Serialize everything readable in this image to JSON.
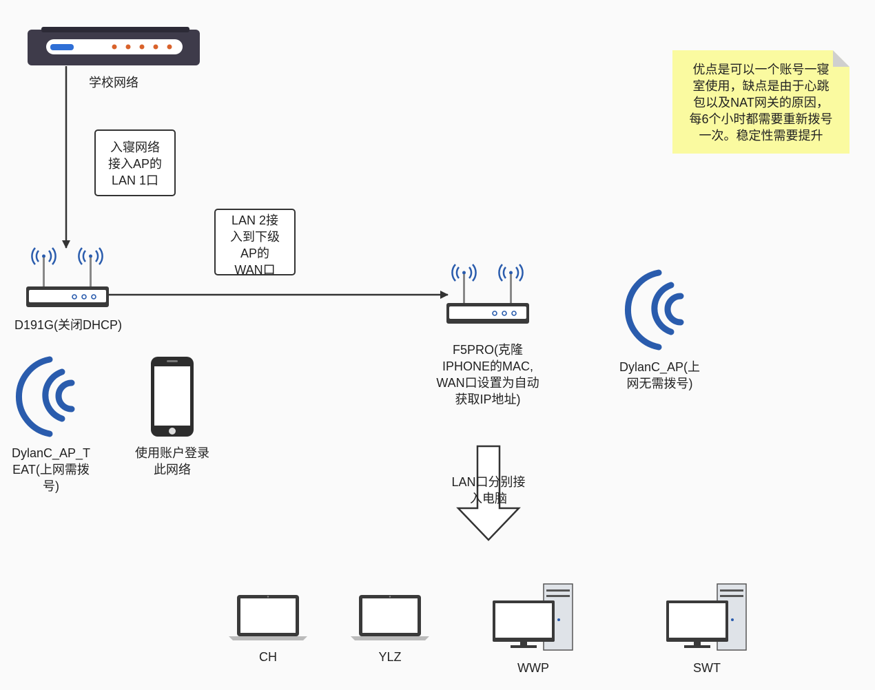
{
  "colors": {
    "line": "#333333",
    "note_bg": "#fafaa0",
    "wifi": "#2a5cad",
    "modem_body": "#3e3b4a",
    "modem_led": "#d9622b"
  },
  "nodes": {
    "school_network": "学校网络",
    "d191g": "D191G(关闭DHCP)",
    "f5pro": "F5PRO(克隆\nIPHONE的MAC,\nWAN口设置为自动\n获取IP地址)",
    "dylanc_ap": "DylanC_AP(上\n网无需拨号)",
    "dylanc_ap_teat": "DylanC_AP_T\nEAT(上网需拨\n号)",
    "phone": "使用账户登录\n此网络",
    "ch": "CH",
    "ylz": "YLZ",
    "wwp": "WWP",
    "swt": "SWT"
  },
  "boxes": {
    "dorm_lan1": "入寝网络\n接入AP的\nLAN 1口",
    "lan2_wan": "LAN 2接\n入到下级\nAP的\nWAN口"
  },
  "arrow_label": "LAN口分别接\n入电脑",
  "note": "优点是可以一个账号一寝\n室使用，缺点是由于心跳\n包以及NAT网关的原因，\n每6个小时都需要重新拨号\n一次。稳定性需要提升",
  "icons": [
    "modem-icon",
    "router-icon",
    "wifi-icon",
    "phone-icon",
    "laptop-icon",
    "desktop-icon",
    "arrow-down-icon"
  ]
}
